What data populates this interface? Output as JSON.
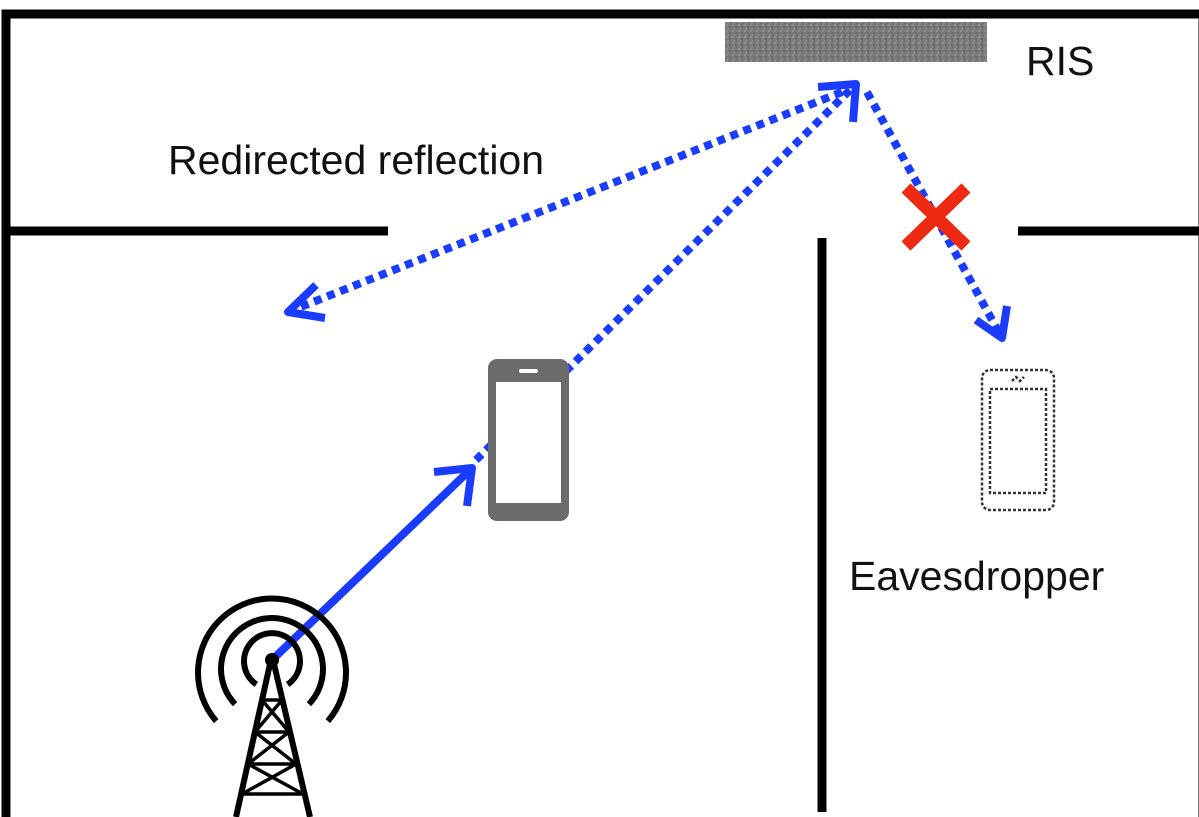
{
  "labels": {
    "ris": "RIS",
    "redirected_reflection": "Redirected reflection",
    "eavesdropper": "Eavesdropper"
  },
  "colors": {
    "walls": "#000000",
    "signal": "#1a3cff",
    "blocked_mark": "#ee2a12",
    "ris_surface": "#7a7a7a",
    "user_phone": "#6b6b6b"
  },
  "icons": {
    "base_station": "cell-tower-icon",
    "user_device": "smartphone-icon",
    "eavesdropper_device": "smartphone-outline-icon",
    "blocked": "cross-icon"
  }
}
